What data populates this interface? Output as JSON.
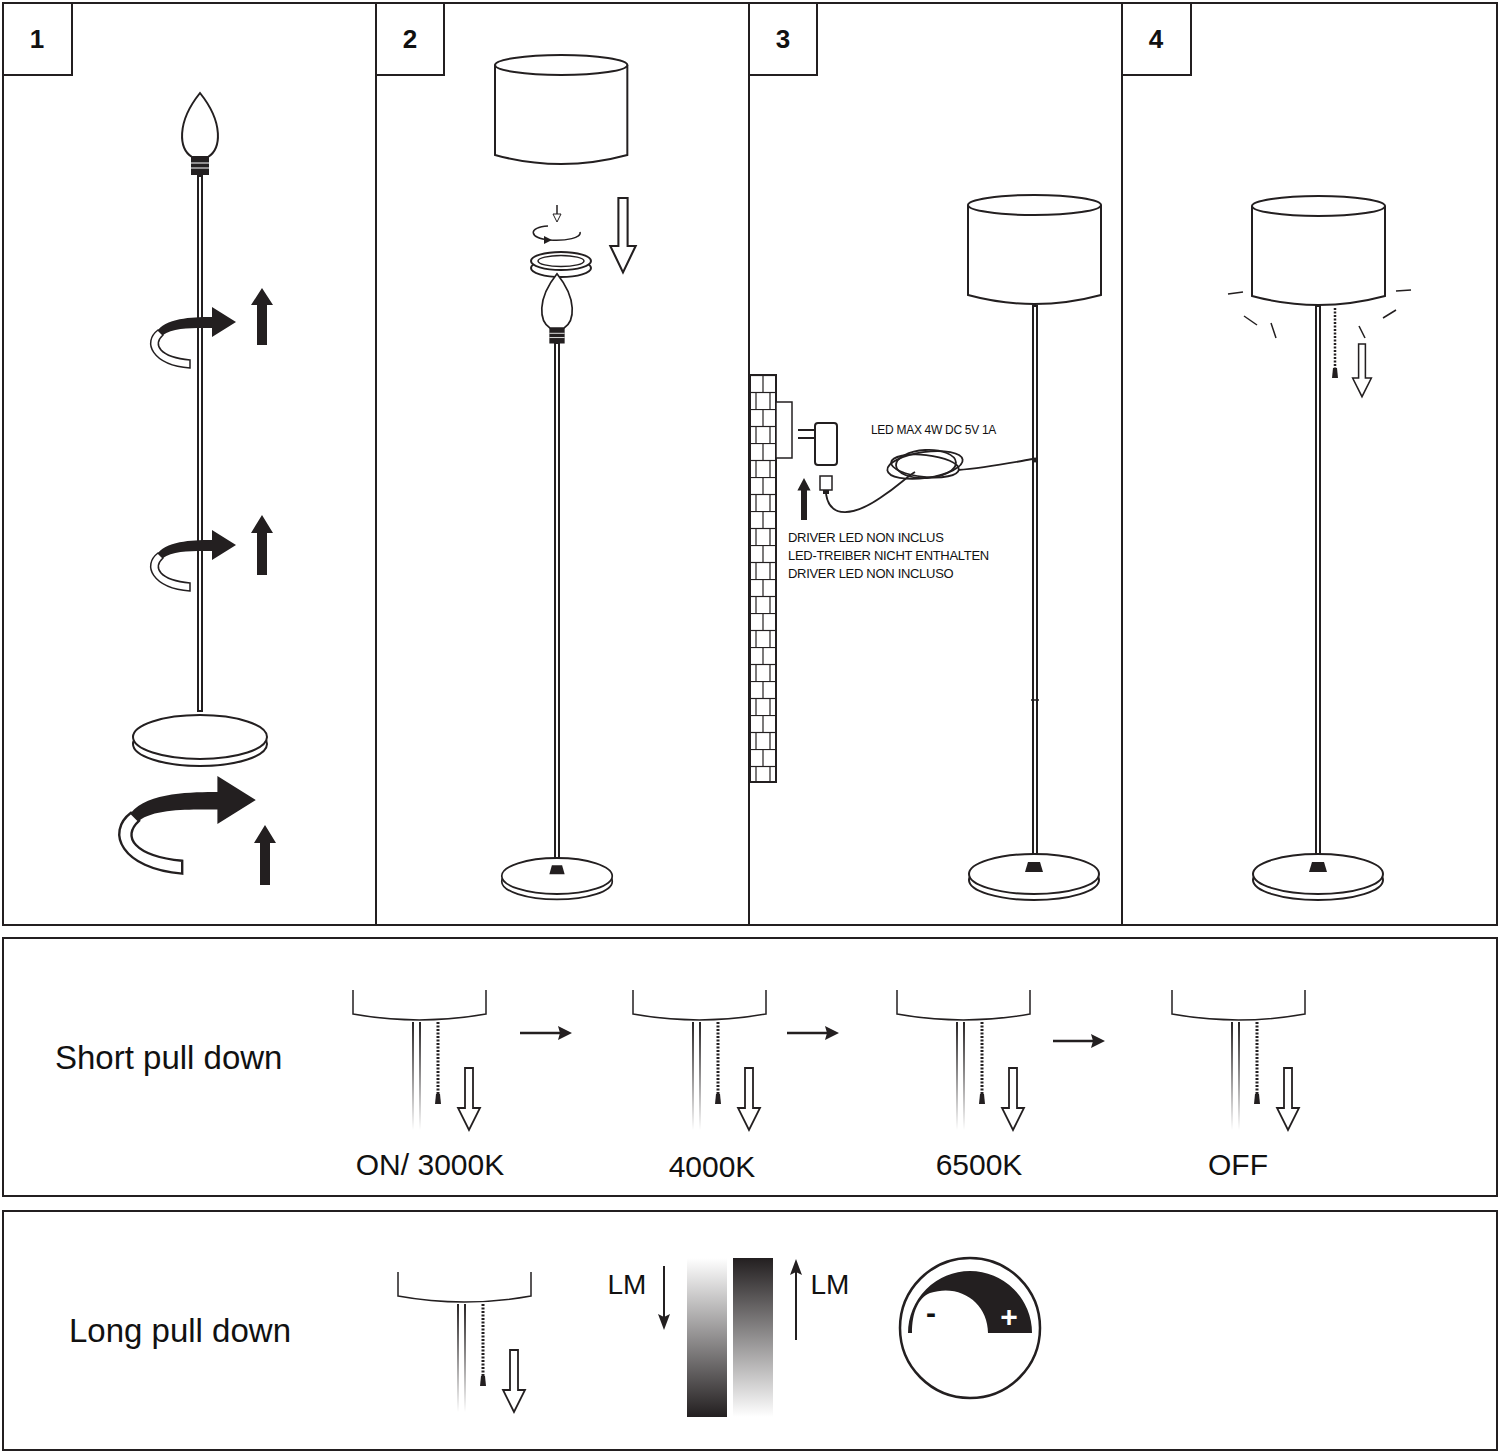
{
  "diagram": {
    "nodes": [
      {
        "text": [
          "1"
        ]
      },
      {
        "text": [
          "2"
        ]
      },
      {
        "text": [
          "3"
        ]
      },
      {
        "text": [
          "4"
        ]
      },
      {
        "text": [
          "Short pull down",
          "ON/ 3000K",
          "4000K",
          "6500K",
          "OFF"
        ]
      },
      {
        "text": [
          "Long pull down",
          "LM",
          "LM"
        ]
      },
      {
        "text": [
          "-",
          "+"
        ],
        "in": 5
      }
    ],
    "labels": [
      "LED MAX 4W DC 5V 1A",
      "DRIVER LED NON INCLUS",
      "LED-TREIBER NICHT ENTHALTEN",
      "DRIVER LED NON INCLUSO"
    ]
  }
}
